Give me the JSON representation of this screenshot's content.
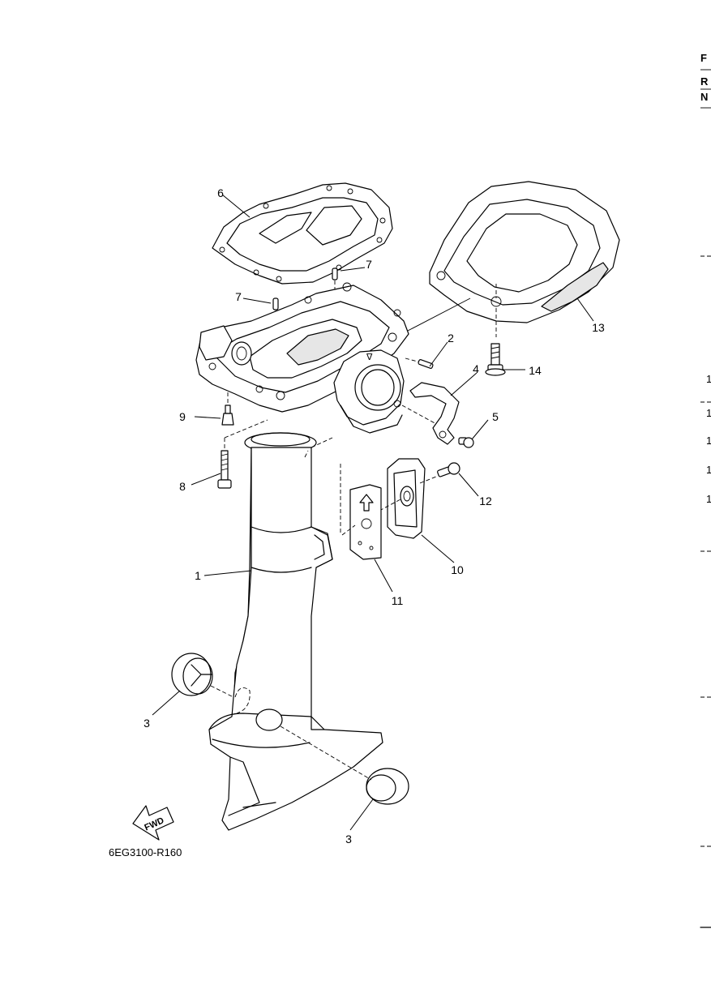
{
  "diagram": {
    "drawing_code": "6EG3100-R160",
    "fwd_label": "FWD",
    "part_callouts": [
      "1",
      "2",
      "3",
      "3",
      "4",
      "5",
      "6",
      "7",
      "7",
      "8",
      "9",
      "10",
      "11",
      "12",
      "13",
      "14"
    ]
  },
  "edge": {
    "letters": [
      "F",
      "R",
      "N"
    ],
    "fragments": [
      "1",
      "1",
      "1",
      "1",
      "1"
    ]
  }
}
